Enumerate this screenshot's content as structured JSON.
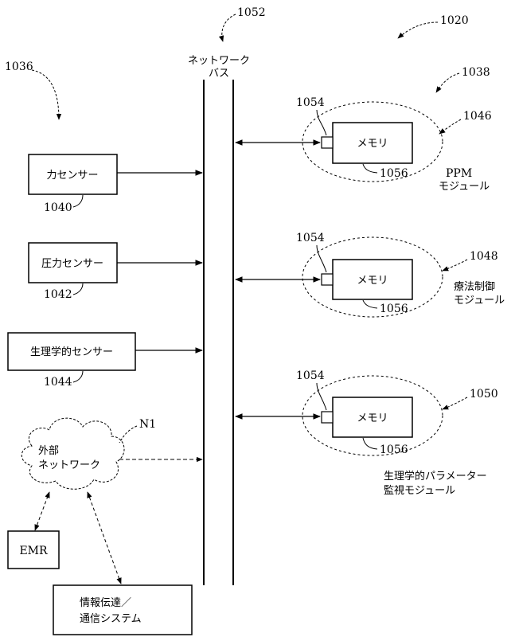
{
  "refs": {
    "system": "1020",
    "bus": "1052",
    "sensors_group": "1036",
    "modules_group": "1038",
    "force_sensor": "1040",
    "pressure_sensor": "1042",
    "physio_sensor": "1044",
    "ppm_module": "1046",
    "therapy_module": "1048",
    "monitor_module": "1050",
    "port": "1054",
    "memory": "1056",
    "network_cloud": "N1"
  },
  "bus": {
    "label_line1": "ネットワーク",
    "label_line2": "バス"
  },
  "sensors": [
    {
      "label": "力センサー"
    },
    {
      "label": "圧力センサー"
    },
    {
      "label": "生理学的センサー"
    }
  ],
  "network": {
    "label_line1": "外部",
    "label_line2": "ネットワーク"
  },
  "emr": {
    "label": "EMR"
  },
  "comm_system": {
    "label_line1": "情報伝達／",
    "label_line2": "通信システム"
  },
  "modules": [
    {
      "memory_label": "メモリ",
      "name_line1": "PPM",
      "name_line2": "モジュール"
    },
    {
      "memory_label": "メモリ",
      "name_line1": "療法制御",
      "name_line2": "モジュール"
    },
    {
      "memory_label": "メモリ",
      "name_line1": "生理学的パラメーター",
      "name_line2": "監視モジュール"
    }
  ]
}
